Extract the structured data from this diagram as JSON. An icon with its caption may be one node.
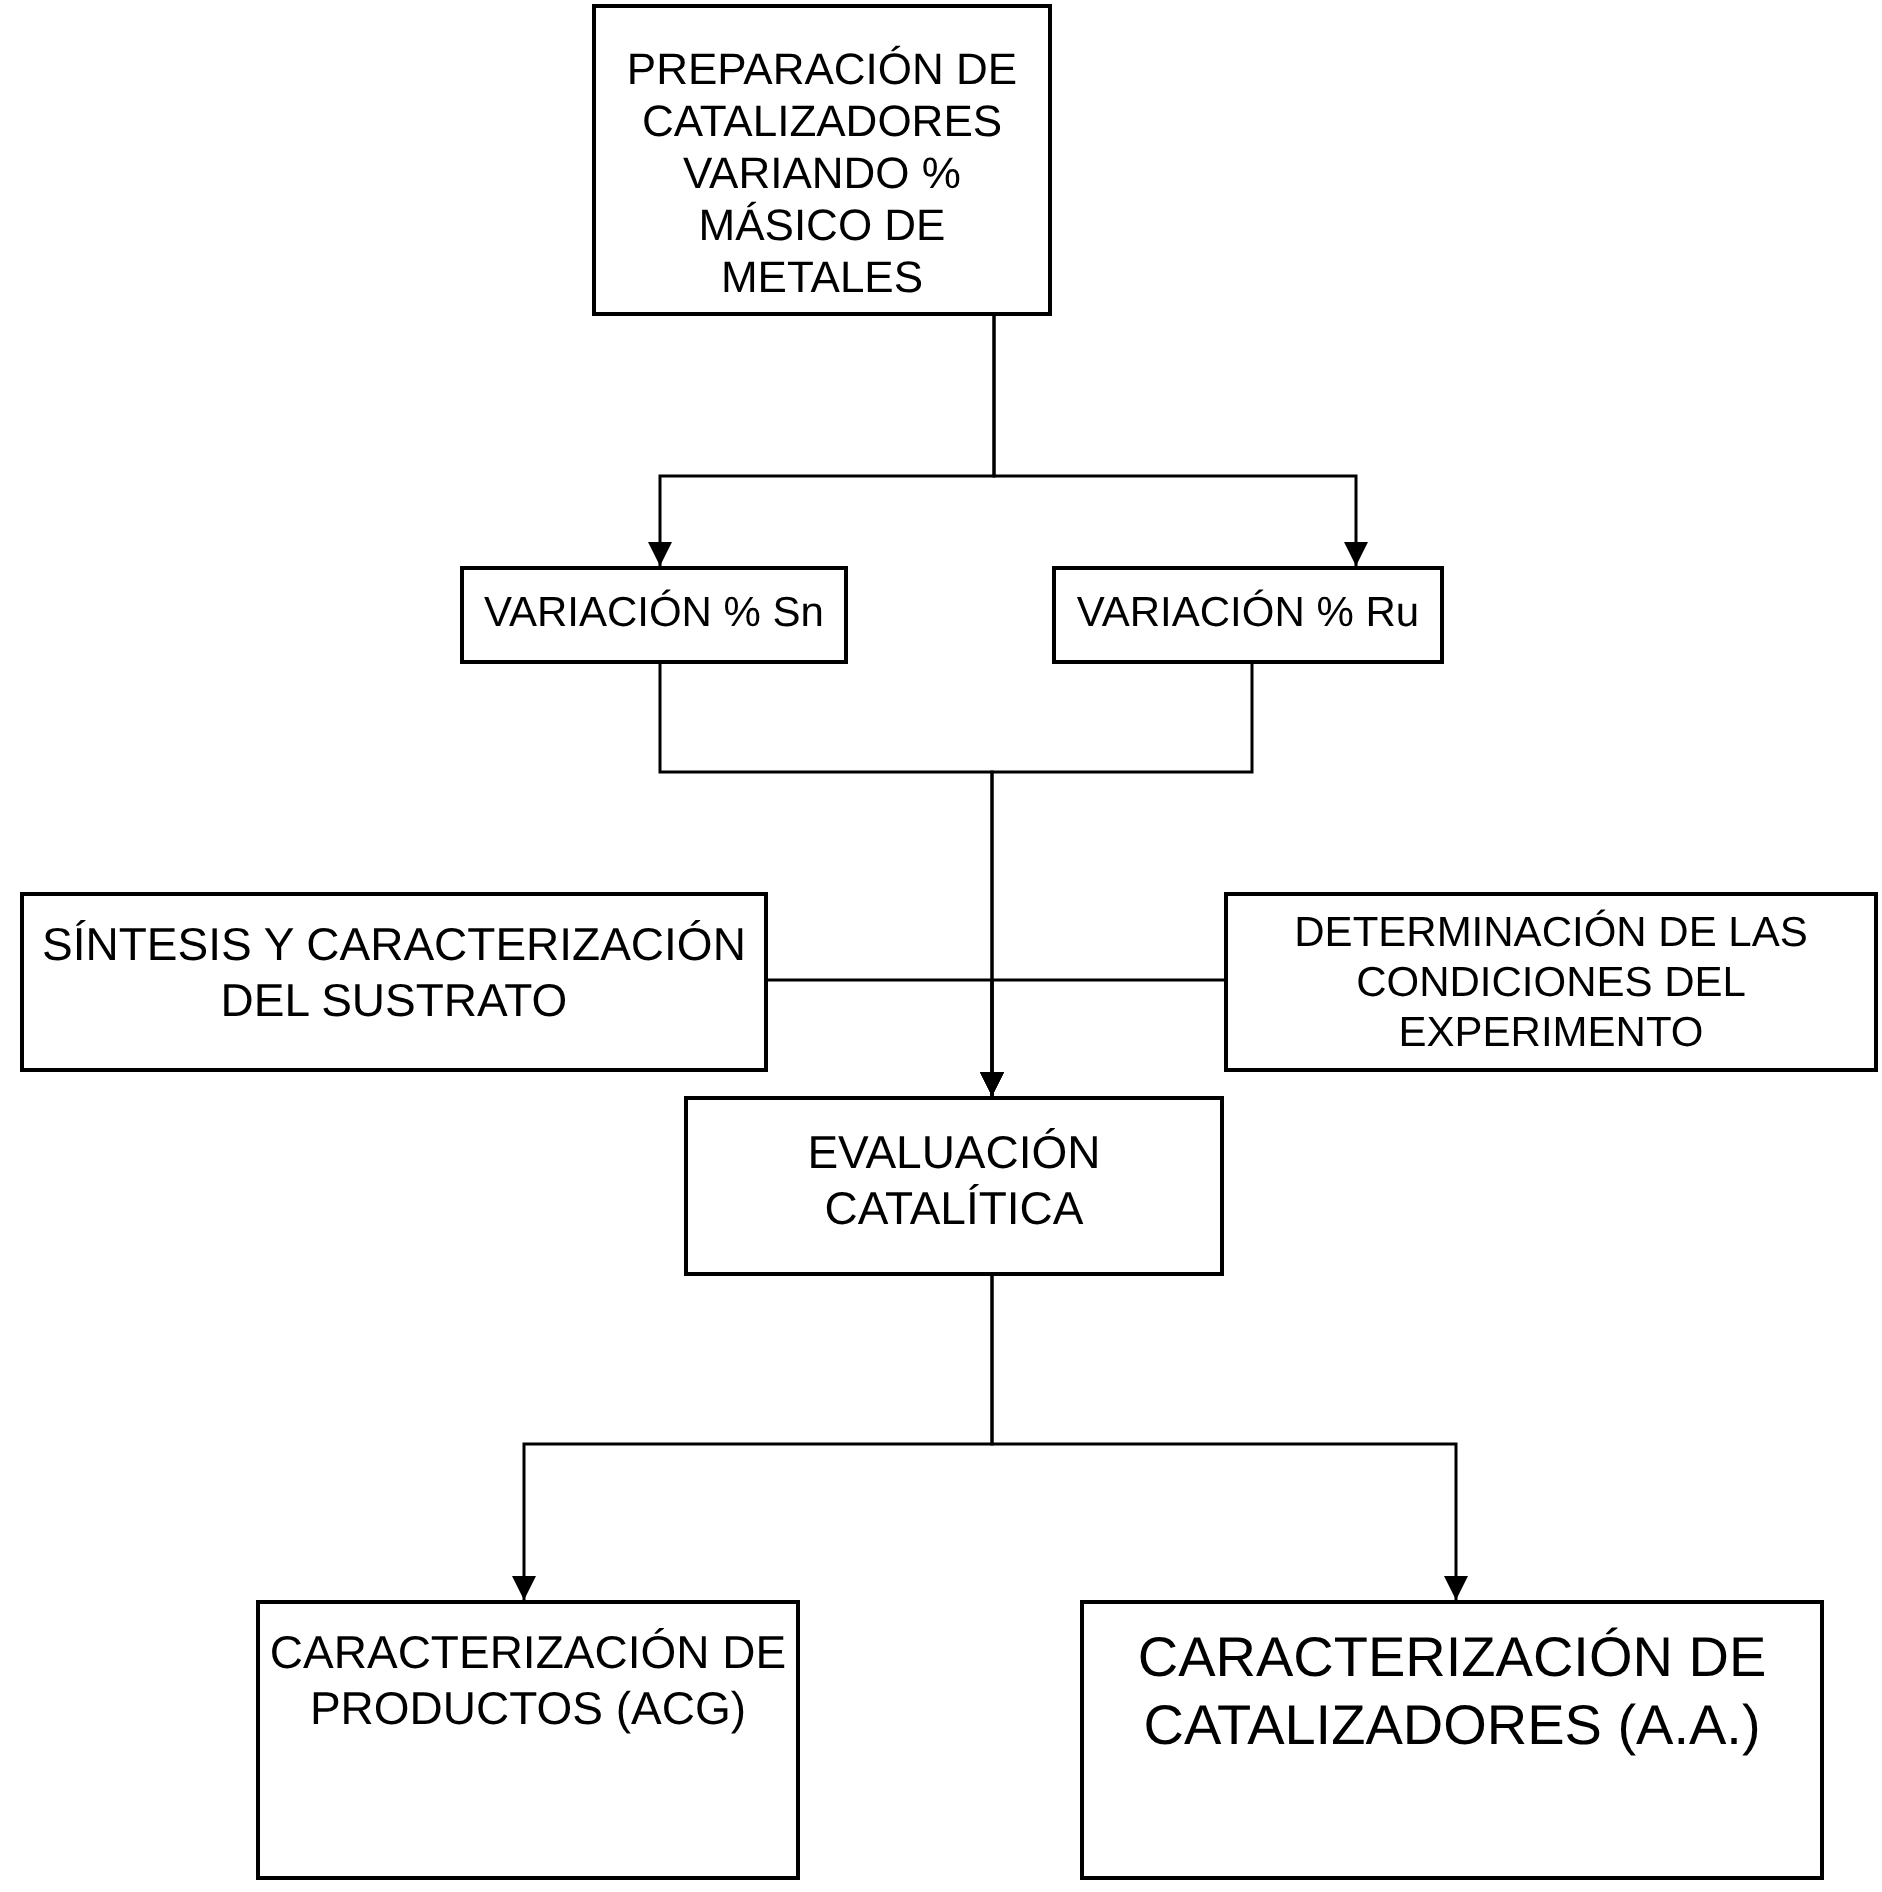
{
  "diagram": {
    "nodes": [
      {
        "text": [
          "PREPARACIÓN DE CATALIZADORES VARIANDO % MÁSICO DE METALES"
        ]
      },
      {
        "text": [
          "VARIACIÓN % Sn"
        ]
      },
      {
        "text": [
          "VARIACIÓN % Ru"
        ]
      },
      {
        "text": [
          "SÍNTESIS Y CARACTERIZACIÓN DEL SUSTRATO"
        ]
      },
      {
        "text": [
          "DETERMINACIÓN DE LAS CONDICIONES DEL EXPERIMENTO"
        ]
      },
      {
        "text": [
          "EVALUACIÓN CATALÍTICA"
        ]
      },
      {
        "text": [
          "CARACTERIZACIÓN DE PRODUCTOS (ACG)"
        ]
      },
      {
        "text": [
          "CARACTERIZACIÓN DE CATALIZADORES (A.A.)"
        ]
      }
    ],
    "edges": [
      {
        "from": 0,
        "to": 1,
        "arrow": "to"
      },
      {
        "from": 0,
        "to": 2,
        "arrow": "to"
      },
      {
        "from": 1,
        "to": 5,
        "arrow": "to"
      },
      {
        "from": 2,
        "to": 5,
        "arrow": "to"
      },
      {
        "from": 3,
        "to": 5,
        "arrow": "to"
      },
      {
        "from": 4,
        "to": 5,
        "arrow": "to"
      },
      {
        "from": 5,
        "to": 6,
        "arrow": "to"
      },
      {
        "from": 5,
        "to": 7,
        "arrow": "to"
      }
    ]
  }
}
